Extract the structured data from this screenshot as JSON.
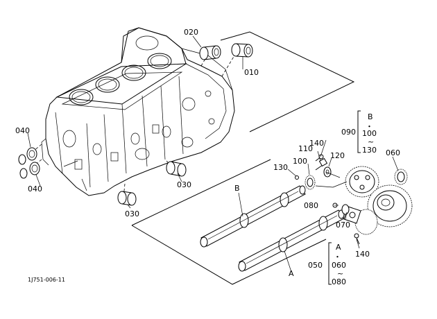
{
  "diagram": {
    "code": "1J751-006-11",
    "callouts": {
      "p020": "020",
      "p010": "010",
      "p040a": "040",
      "p040b": "040",
      "p030a": "030",
      "p030b": "030",
      "p090": "090",
      "p100": "100",
      "p110": "110",
      "p120": "120",
      "p130": "130",
      "p140a": "140",
      "p140b": "140",
      "p060": "060",
      "p080": "080",
      "p070": "070",
      "p050": "050"
    },
    "ranges": {
      "b_letter": "B",
      "b_dot": "・",
      "b_from": "100",
      "b_tilde": "~",
      "b_to": "130",
      "a_letter": "A",
      "a_dot": "・",
      "a_from": "060",
      "a_tilde": "~",
      "a_to": "080"
    },
    "shaft_labels": {
      "b": "B",
      "a": "A"
    }
  }
}
